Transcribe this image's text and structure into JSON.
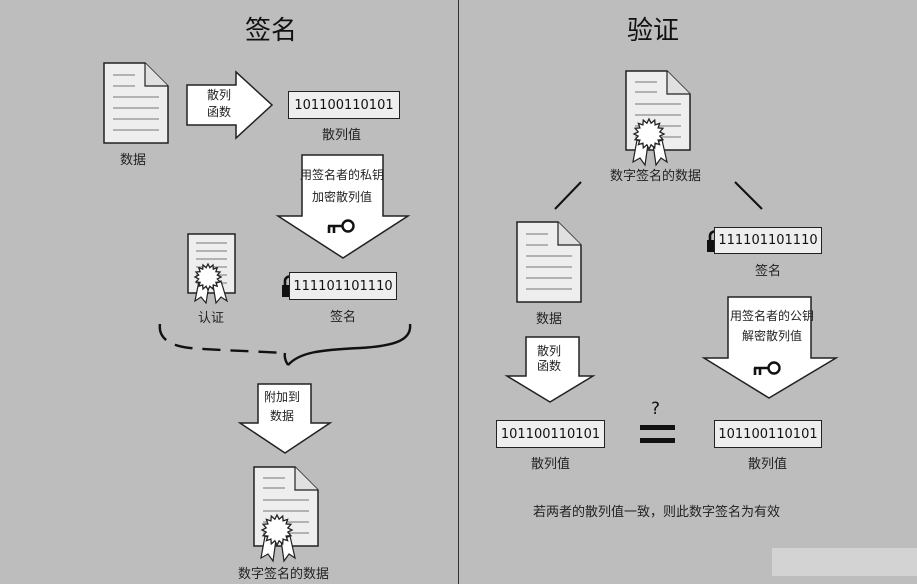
{
  "left": {
    "title": "签名",
    "data_label": "数据",
    "hash_arrow_line1": "散列",
    "hash_arrow_line2": "函数",
    "hash_value": "101100110101",
    "hash_value_label": "散列值",
    "encrypt_line1": "用签名者的私钥",
    "encrypt_line2": "加密散列值",
    "certificate_label": "认证",
    "signature_value": "111101101110",
    "signature_label": "签名",
    "append_line1": "附加到",
    "append_line2": "数据",
    "signed_data_label": "数字签名的数据"
  },
  "right": {
    "title": "验证",
    "signed_data_label": "数字签名的数据",
    "data_label": "数据",
    "signature_value": "111101101110",
    "signature_label": "签名",
    "hash_arrow_line1": "散列",
    "hash_arrow_line2": "函数",
    "decrypt_line1": "用签名者的公钥",
    "decrypt_line2": "解密散列值",
    "hash_value_left": "101100110101",
    "hash_value_left_label": "散列值",
    "compare_symbol": "?",
    "hash_value_right": "101100110101",
    "hash_value_right_label": "散列值",
    "conclusion": "若两者的散列值一致，则此数字签名为有效"
  },
  "icons": {
    "document": "document-icon",
    "certificate": "certificate-seal-icon",
    "key": "key-icon",
    "lock": "lock-icon"
  },
  "colors": {
    "background": "#bdbdbd",
    "paper": "#eeeeee",
    "stroke": "#222222",
    "arrow_fill": "#ffffff"
  }
}
